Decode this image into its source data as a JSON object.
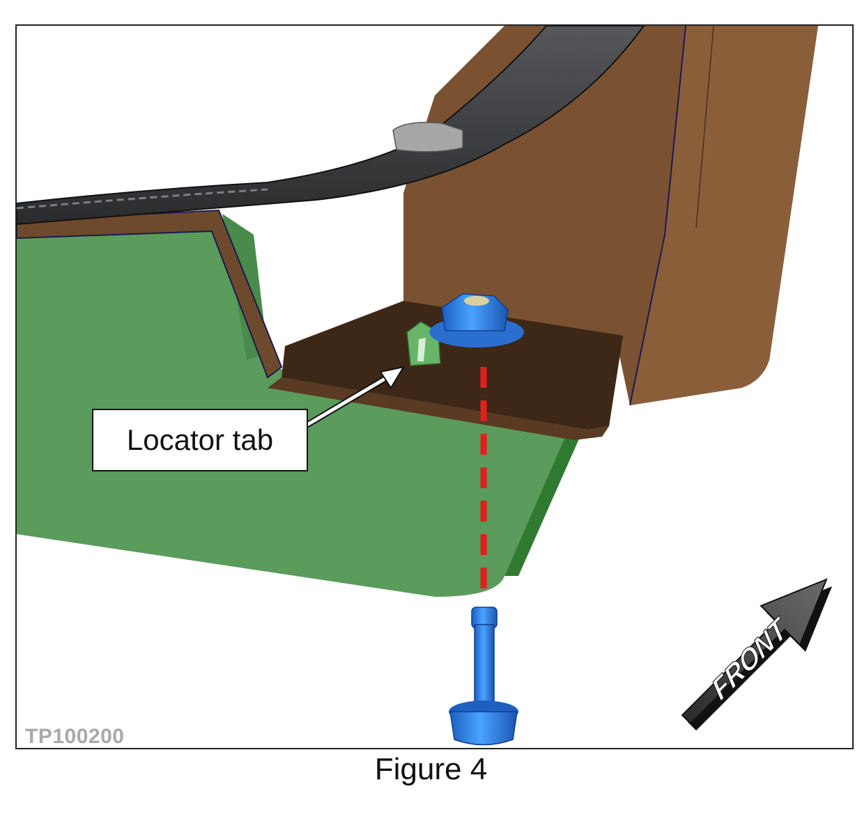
{
  "figure": {
    "caption": "Figure 4",
    "reference_code": "TP100200"
  },
  "callouts": {
    "locator_tab": "Locator tab"
  },
  "direction_arrow": {
    "label": "FRONT"
  },
  "colors": {
    "bracket": "#6e4a2c",
    "bracket_dark": "#3b2616",
    "skid_plate": "#5a9a5a",
    "hose": "#3a3a3c",
    "fastener": "#2f7fe0",
    "alignment_line": "#e0201e"
  }
}
